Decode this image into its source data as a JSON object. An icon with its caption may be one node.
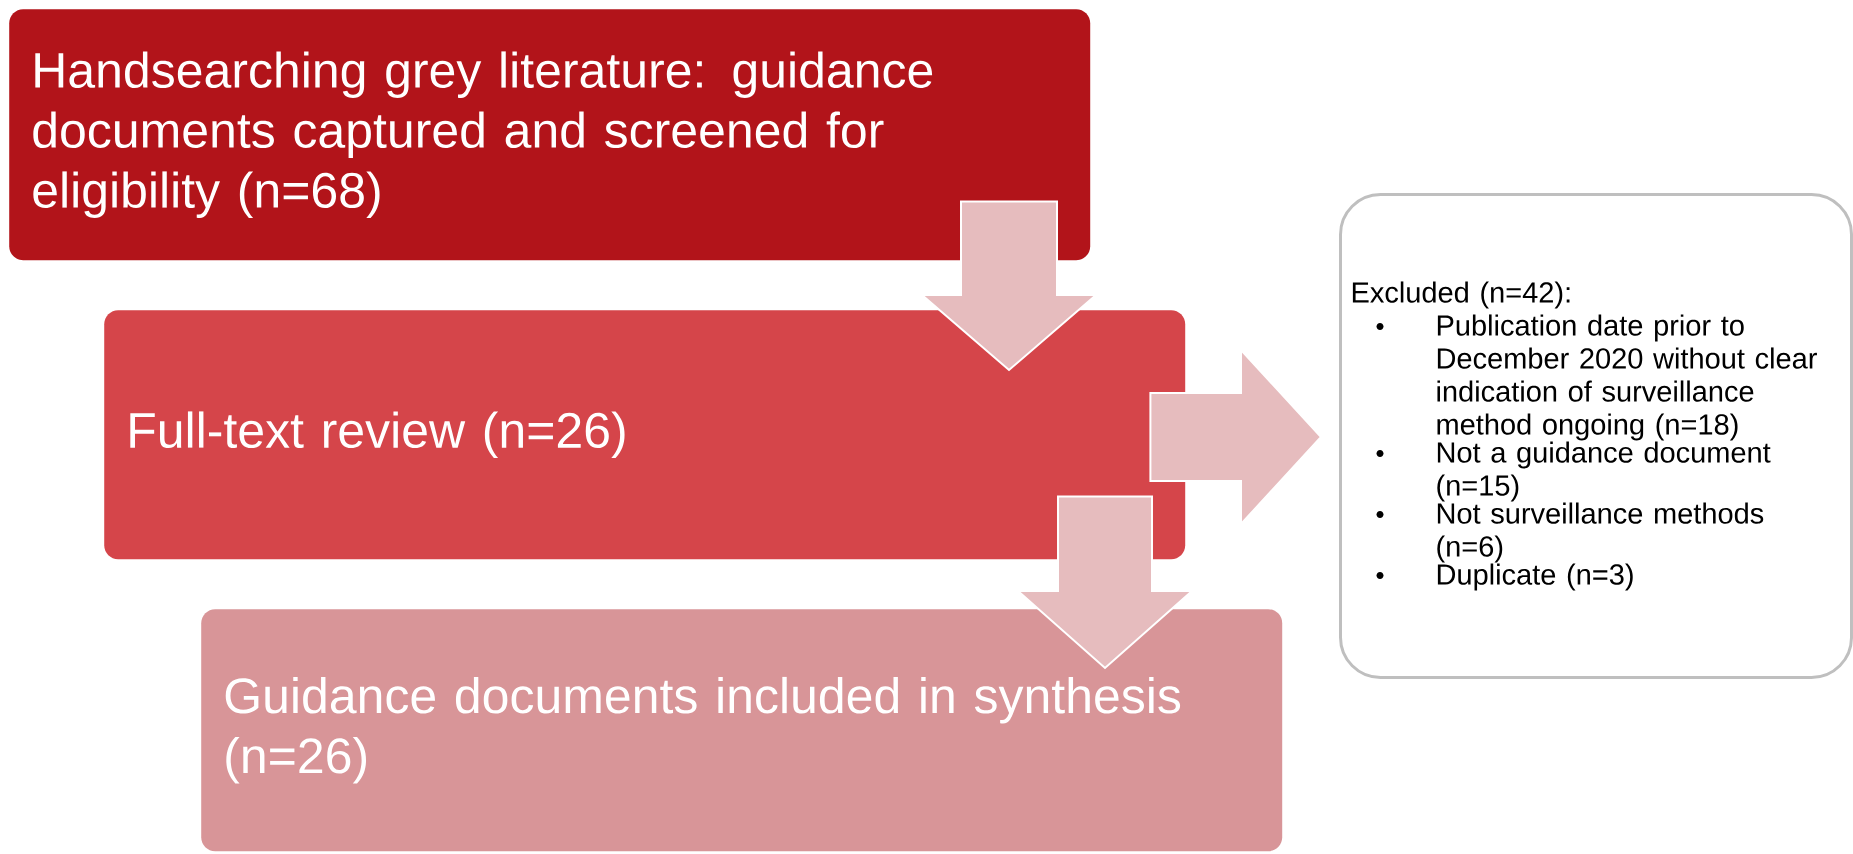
{
  "diagram": {
    "nodes": [
      {
        "text": [
          "Handsearching grey literature: guidance documents captured and screened for eligibility (n=68)"
        ]
      },
      {
        "text": [
          "Full-text review (n=26)"
        ]
      },
      {
        "text": [
          "Guidance documents included in synthesis (n=26)"
        ]
      },
      {
        "text": [
          "Excluded (n=42):",
          "Publication date prior to December 2020 without clear indication of surveillance method ongoing (n=18)",
          "Not a guidance document (n=15)",
          "Not surveillance methods (n=6)",
          "Duplicate (n=3)"
        ]
      }
    ],
    "edges": [
      {
        "from": 0,
        "to": 1,
        "arrow": "to"
      },
      {
        "from": 1,
        "to": 3,
        "arrow": "to"
      },
      {
        "from": 1,
        "to": 2,
        "arrow": "to"
      }
    ]
  }
}
